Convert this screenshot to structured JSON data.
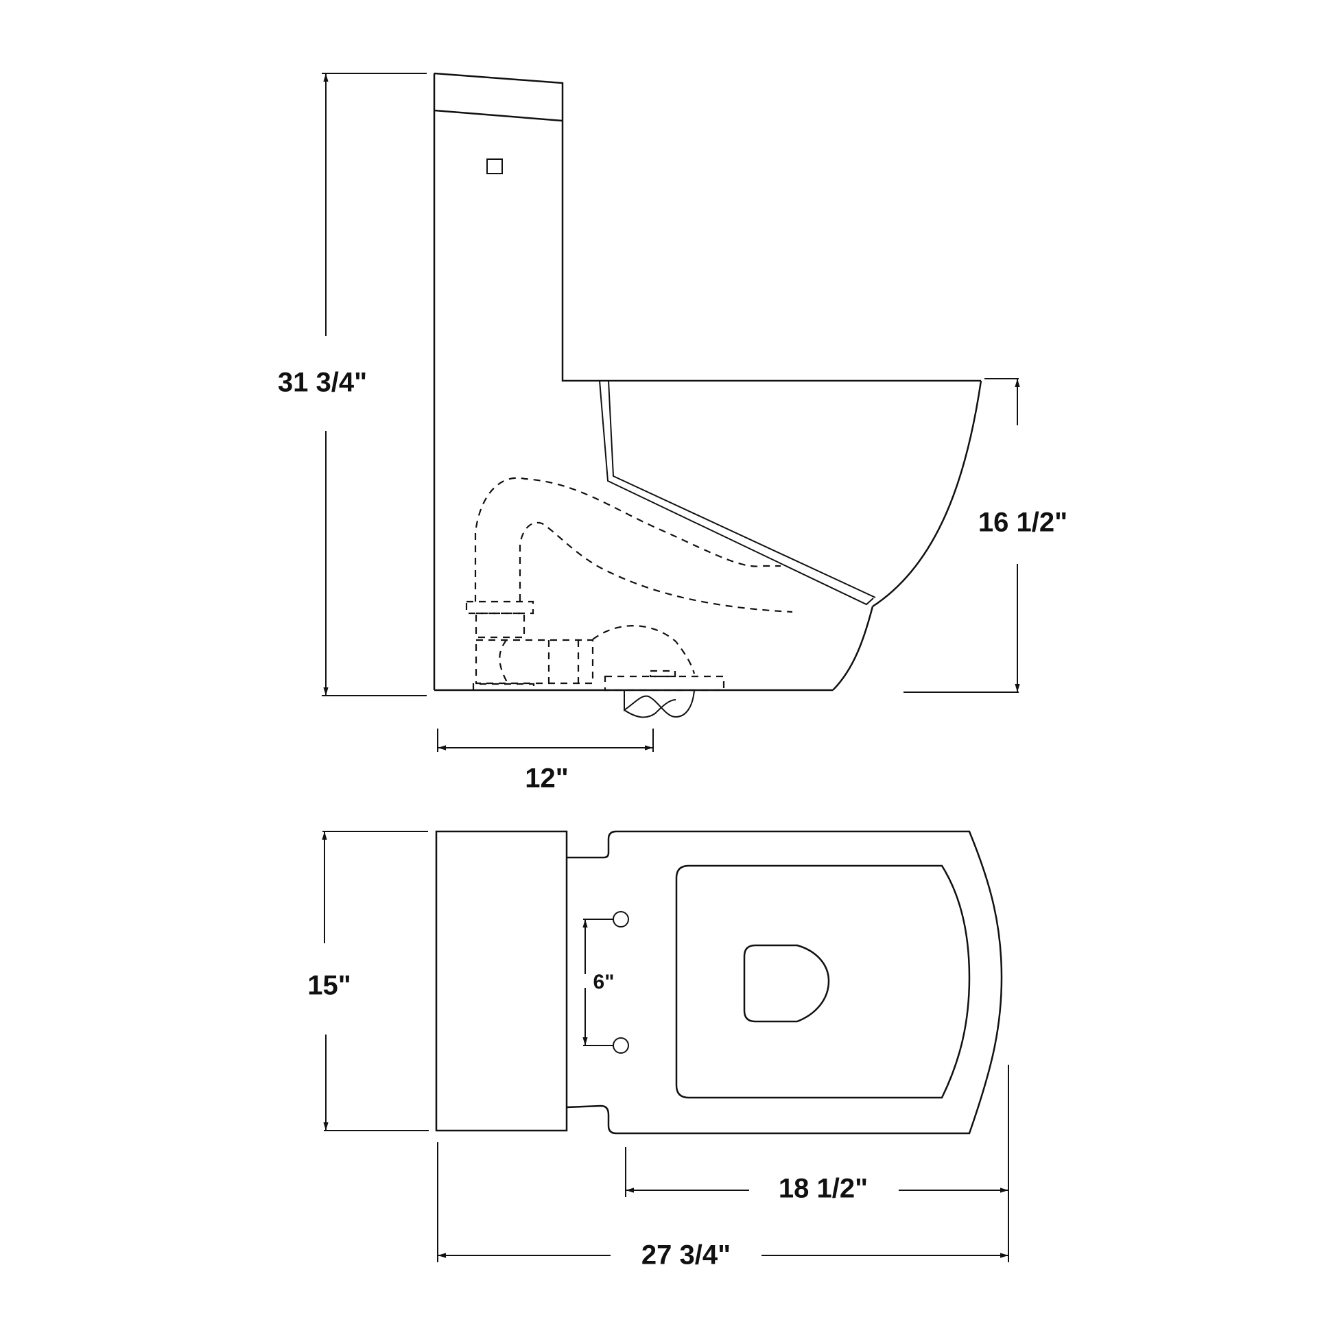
{
  "figure": {
    "title": "One-piece toilet dimension drawing",
    "views": [
      "side-elevation",
      "top-plan"
    ],
    "colors": {
      "line": "#111111",
      "background": "#ffffff"
    }
  },
  "side_view": {
    "dimensions": {
      "overall_height": "31 3/4\"",
      "bowl_rim_height": "16 1/2\"",
      "rough_in": "12\""
    }
  },
  "plan_view": {
    "dimensions": {
      "tank_depth_width": "15\"",
      "bolt_spacing": "6\"",
      "bowl_length": "18 1/2\"",
      "overall_length": "27 3/4\""
    }
  }
}
